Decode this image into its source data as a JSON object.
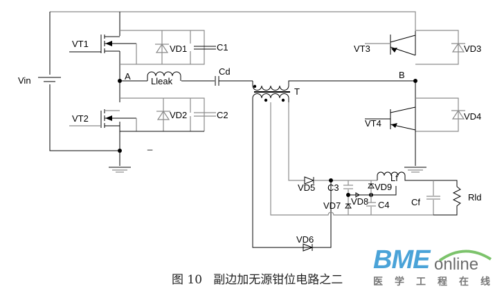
{
  "labels": {
    "vin": "Vin",
    "vt1": "VT1",
    "vt2": "VT2",
    "vt3": "VT3",
    "vt4": "VT4",
    "vd1": "VD1",
    "vd2": "VD2",
    "vd3": "VD3",
    "vd4": "VD4",
    "vd5": "VD5",
    "vd6": "VD6",
    "vd7": "VD7",
    "vd8": "VD8",
    "vd9": "VD9",
    "c1": "C1",
    "c2": "C2",
    "c3": "C3",
    "c4": "C4",
    "cd": "Cd",
    "cf": "Cf",
    "lleak": "Lleak",
    "lf": "Lf",
    "rld": "Rld",
    "t": "T",
    "node_a": "A",
    "node_b": "B",
    "minus": "_"
  },
  "caption": "图 10   副边加无源钳位电路之二",
  "watermark": {
    "brand": "BME",
    "suffix": "online",
    "subtitle": "医学工程在线",
    "color_primary": "#4aa3d8",
    "color_arc": "#7cc36b"
  }
}
